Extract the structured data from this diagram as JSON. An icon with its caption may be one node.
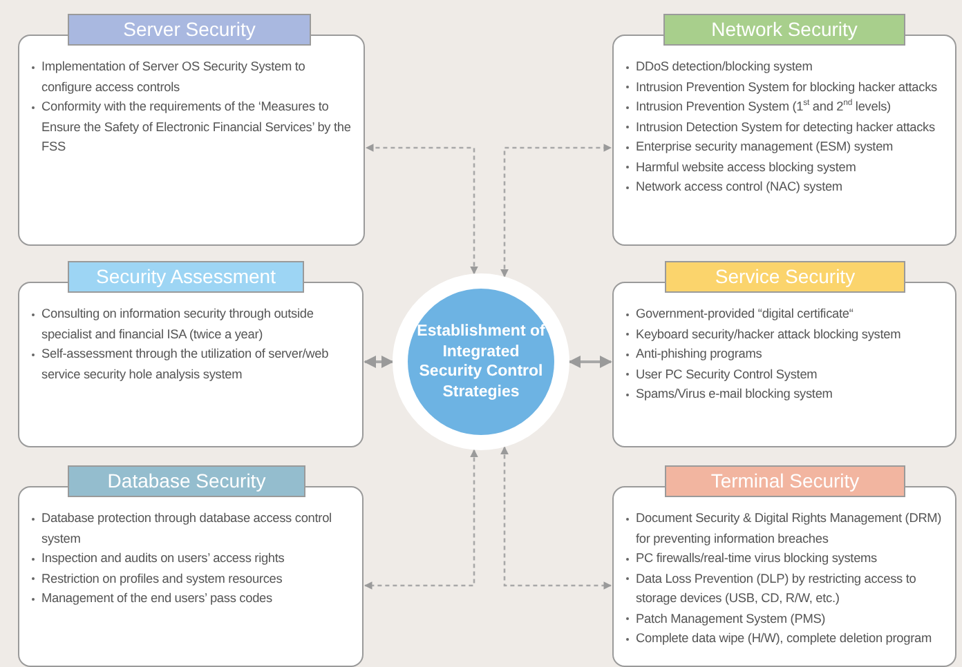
{
  "diagram": {
    "nodes": [
      {
        "text": [
          "Server Security",
          "Implementation of Server OS Security System to configure access controls",
          "Conformity with the requirements of the ‘Measures to Ensure the Safety of Electronic Financial Services’ by the FSS"
        ]
      },
      {
        "text": [
          "Network Security",
          "DDoS detection/blocking system",
          "Intrusion Prevention System for blocking hacker attacks",
          "Intrusion Prevention System (1$^{st}$ and 2$^{nd}$ levels)",
          "Intrusion Detection System for detecting hacker attacks",
          "Enterprise security management (ESM) system",
          "Harmful website access blocking system",
          "Network access control (NAC) system"
        ]
      },
      {
        "text": [
          "Security Assessment",
          "Consulting on information security through outside specialist and financial ISA (twice a year)",
          "Self-assessment through the utilization of server/web service security hole analysis system"
        ]
      },
      {
        "text": [
          "Establishment of Integrated Security Control Strategies"
        ]
      },
      {
        "text": [
          "Service Security",
          "Government-provided “digital certificate“",
          "Keyboard security/hacker attack blocking system",
          "Anti-phishing programs",
          "User PC Security Control System",
          "Spams/Virus e-mail blocking system"
        ]
      },
      {
        "text": [
          "Database Security",
          "Database protection through database access control system",
          "Inspection and audits on users’ access rights",
          "Restriction on profiles and system resources",
          "Management of the end users’ pass codes"
        ]
      },
      {
        "text": [
          "Terminal Security",
          "Document Security & Digital Rights Management (DRM) for preventing information breaches",
          "PC firewalls/real-time virus blocking systems",
          "Data Loss Prevention (DLP) by restricting access to storage devices (USB, CD, R/W, etc.)",
          "Patch Management System (PMS)",
          "Complete data wipe (H/W), complete deletion program"
        ]
      }
    ],
    "edges": [
      {
        "from": 3,
        "to": 0,
        "arrow": "both",
        "style": "dashed"
      },
      {
        "from": 3,
        "to": 1,
        "arrow": "both",
        "style": "dashed"
      },
      {
        "from": 3,
        "to": 2,
        "arrow": "both"
      },
      {
        "from": 3,
        "to": 4,
        "arrow": "both"
      },
      {
        "from": 3,
        "to": 5,
        "arrow": "both",
        "style": "dashed"
      },
      {
        "from": 3,
        "to": 6,
        "arrow": "both",
        "style": "dashed"
      }
    ]
  }
}
